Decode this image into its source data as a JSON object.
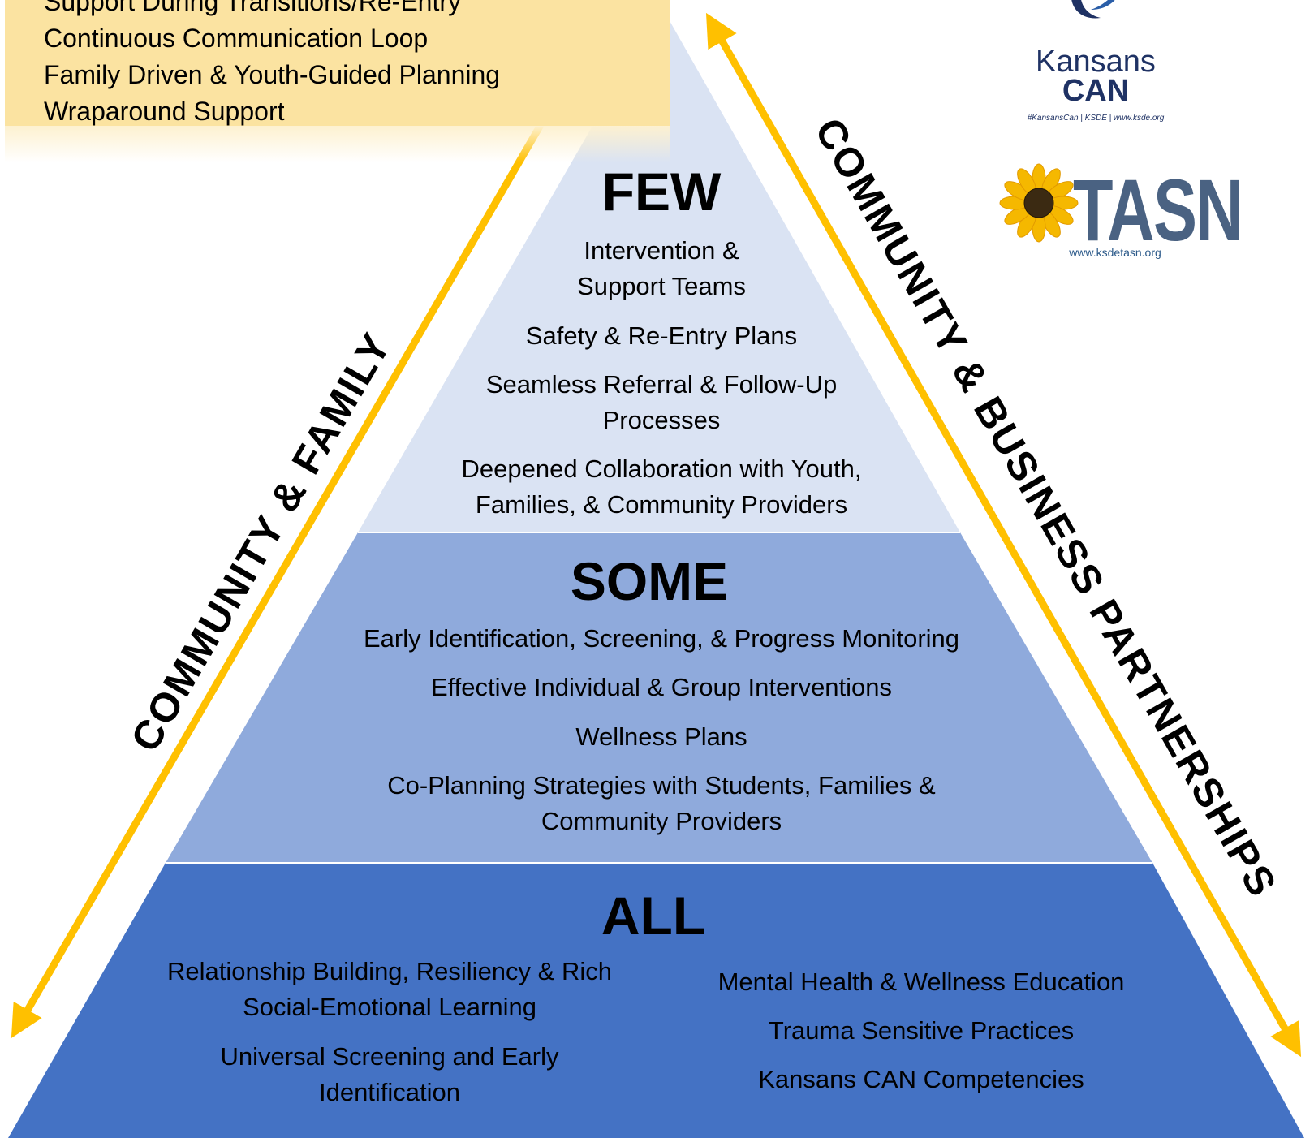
{
  "colors": {
    "arrow": "#ffc000",
    "tier_few": "#dae3f3",
    "tier_some": "#8faadc",
    "tier_all": "#4472c4",
    "note_bg": "#fbe3a1",
    "title_text": "#000000"
  },
  "note": {
    "items": [
      "Support During Transitions/Re-Entry",
      "Continuous Communication Loop",
      "Family Driven & Youth-Guided Planning",
      "Wraparound Support"
    ]
  },
  "side_labels": {
    "left": "COMMUNITY & FAMILY",
    "right": "COMMUNITY & BUSINESS PARTNERSHIPS"
  },
  "tiers": {
    "few": {
      "title": "FEW",
      "items": [
        "Intervention & Support Teams",
        "Safety & Re-Entry Plans",
        "Seamless Referral & Follow-Up Processes",
        "Deepened Collaboration with Youth, Families, & Community Providers"
      ]
    },
    "some": {
      "title": "SOME",
      "items": [
        "Early Identification, Screening, & Progress Monitoring",
        "Effective Individual & Group Interventions",
        "Wellness Plans",
        "Co-Planning Strategies with Students, Families & Community Providers"
      ]
    },
    "all": {
      "title": "ALL",
      "left_items": [
        "Relationship Building, Resiliency & Rich Social-Emotional Learning",
        "Universal Screening and Early Identification"
      ],
      "right_items": [
        "Mental Health & Wellness Education",
        "Trauma Sensitive Practices",
        "Kansans CAN Competencies"
      ]
    }
  },
  "logos": {
    "kansans_can": {
      "line1": "Kansans",
      "line2": "CAN",
      "tagline": "#KansansCan | KSDE | www.ksde.org",
      "icon": "swoosh-icon"
    },
    "tasn": {
      "word": "TASN",
      "url": "www.ksdetasn.org",
      "icon": "sunflower-icon"
    }
  }
}
